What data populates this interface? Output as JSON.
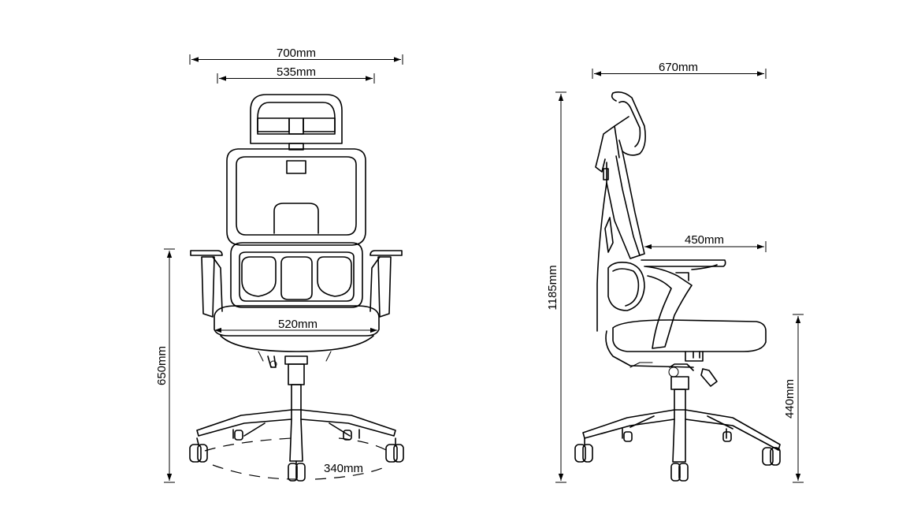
{
  "labels": {
    "front_total_width": "700mm",
    "front_headrest_width": "535mm",
    "seat_width": "520mm",
    "arm_height": "650mm",
    "base_radius": "340mm",
    "side_depth": "670mm",
    "seat_depth": "450mm",
    "overall_height": "1185mm",
    "seat_height": "440mm"
  },
  "colors": {
    "ink": "#000000",
    "paper": "#ffffff"
  }
}
